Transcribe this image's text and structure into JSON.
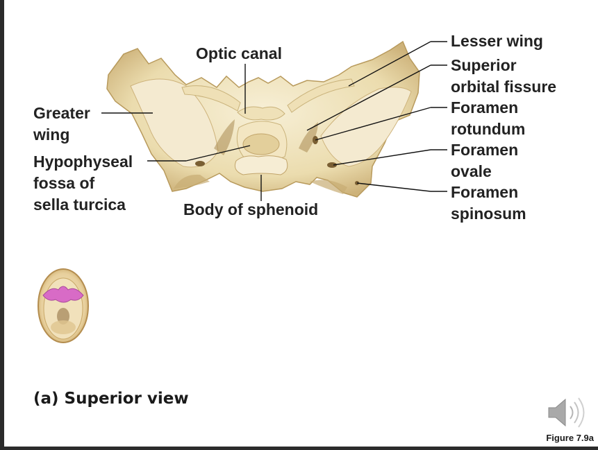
{
  "labels": {
    "optic_canal": "Optic canal",
    "greater_wing": "Greater\nwing",
    "hypophyseal_fossa": "Hypophyseal\nfossa of\nsella turcica",
    "body_of_sphenoid": "Body of sphenoid",
    "lesser_wing": "Lesser wing",
    "superior_orbital_fissure": "Superior\norbital fissure",
    "foramen_rotundum": "Foramen\nrotundum",
    "foramen_ovale": "Foramen\novale",
    "foramen_spinosum": "Foramen\nspinosum"
  },
  "caption": "(a) Superior view",
  "figure_ref": "Figure 7.9a",
  "colors": {
    "bone": "#efe2bd",
    "bone_shadow": "#c9b27a",
    "highlight": "#d86bc6",
    "label_text": "#222222",
    "border": "#2b2b2b"
  },
  "icons": [
    "speaker-icon"
  ]
}
